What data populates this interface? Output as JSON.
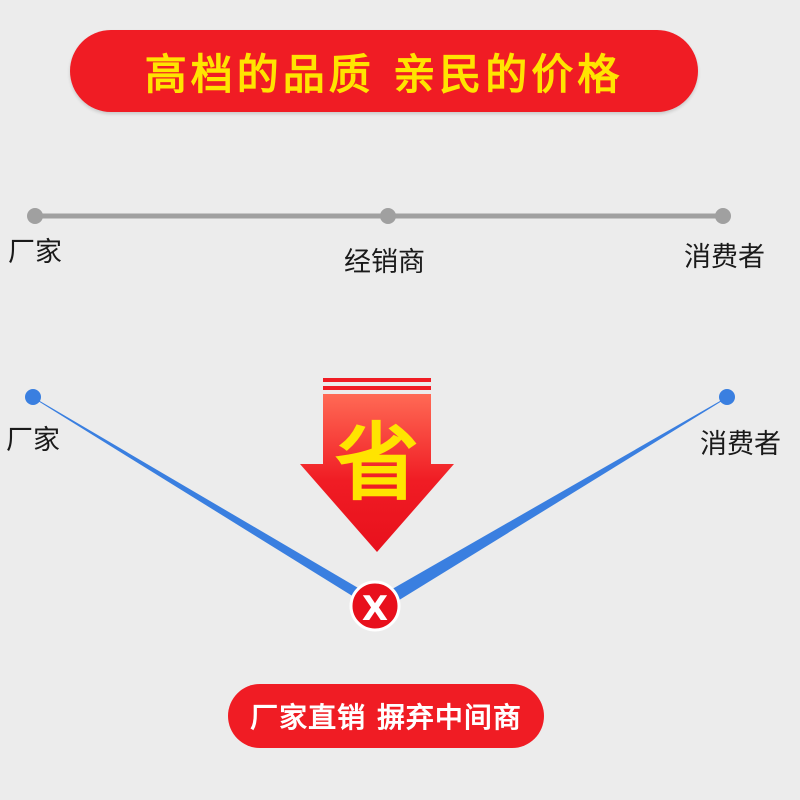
{
  "header": {
    "slogan": "高档的品质  亲民的价格"
  },
  "traditional_chain": {
    "nodes": [
      "厂家",
      "经销商",
      "消费者"
    ]
  },
  "direct_chain": {
    "left_label": "厂家",
    "right_label": "消费者",
    "save_label": "省",
    "cross_mark": "X"
  },
  "footer": {
    "tagline": "厂家直销 摒弃中间商"
  },
  "colors": {
    "banner_red": "#f01c24",
    "banner_text_yellow": "#ffe400",
    "line_gray": "#a0a0a0",
    "line_blue": "#3a7fe0",
    "arrow_red": "#f01c24"
  }
}
